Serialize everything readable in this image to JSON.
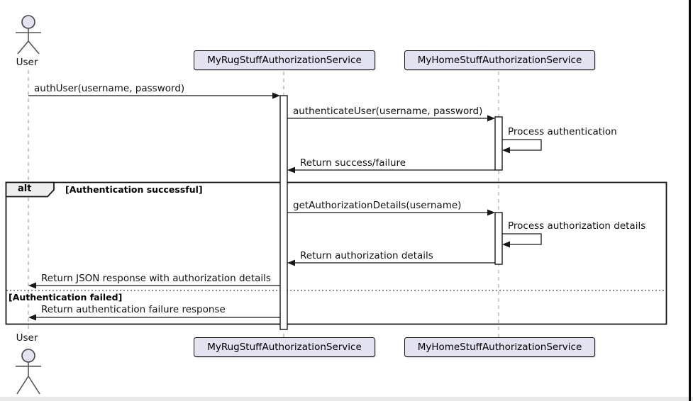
{
  "diagram": {
    "type": "uml-sequence",
    "user_label": "User",
    "participants": [
      {
        "label": "MyRugStuffAuthorizationService"
      },
      {
        "label": "MyHomeStuffAuthorizationService"
      }
    ],
    "messages": [
      {
        "text": "authUser(username, password)",
        "from": "User",
        "to": "MyRugStuffAuthorizationService"
      },
      {
        "text": "authenticateUser(username, password)",
        "from": "MyRugStuffAuthorizationService",
        "to": "MyHomeStuffAuthorizationService"
      },
      {
        "text": "Process authentication",
        "from": "MyHomeStuffAuthorizationService",
        "to": "MyHomeStuffAuthorizationService"
      },
      {
        "text": "Return success/failure",
        "from": "MyHomeStuffAuthorizationService",
        "to": "MyRugStuffAuthorizationService"
      },
      {
        "text": "getAuthorizationDetails(username)",
        "from": "MyRugStuffAuthorizationService",
        "to": "MyHomeStuffAuthorizationService"
      },
      {
        "text": "Process authorization details",
        "from": "MyHomeStuffAuthorizationService",
        "to": "MyHomeStuffAuthorizationService"
      },
      {
        "text": "Return authorization details",
        "from": "MyHomeStuffAuthorizationService",
        "to": "MyRugStuffAuthorizationService"
      },
      {
        "text": "Return JSON response with authorization details",
        "from": "MyRugStuffAuthorizationService",
        "to": "User"
      },
      {
        "text": "Return authentication failure response",
        "from": "MyRugStuffAuthorizationService",
        "to": "User"
      }
    ],
    "alt": {
      "operator": "alt",
      "guard_success": "[Authentication successful]",
      "guard_failed": "[Authentication failed]"
    },
    "colors": {
      "participant_fill": "#E2E2F0",
      "border": "#181818",
      "lifeline": "#999999",
      "frame_label_fill": "#EEEEEE",
      "window_edge": "#0a0a0a",
      "bottom_strip": "#e8e8e8"
    }
  }
}
